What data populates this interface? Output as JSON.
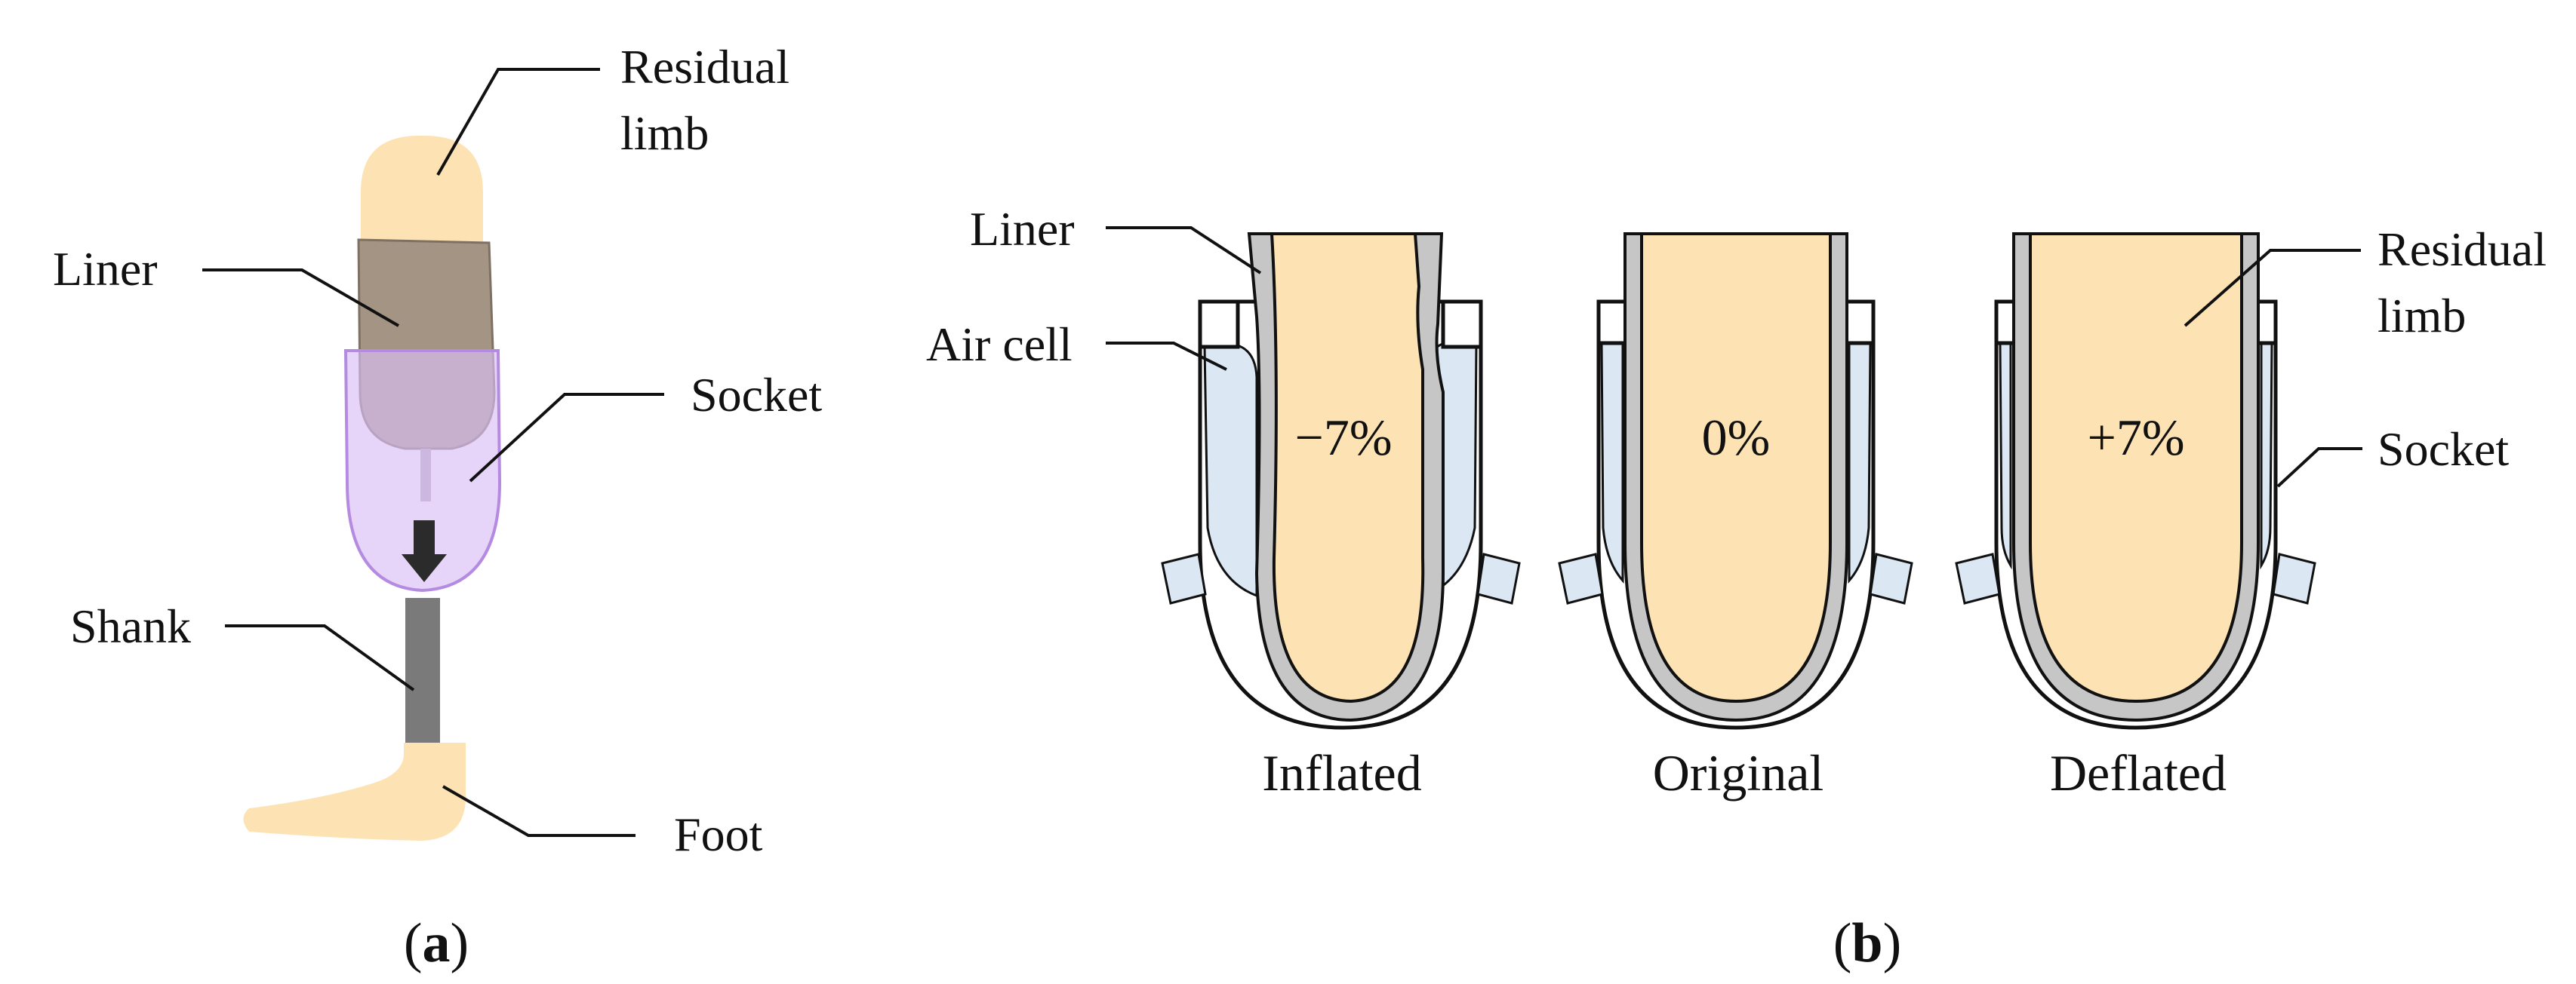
{
  "panel_a": {
    "caption_open": "(",
    "caption_letter": "a",
    "caption_close": ")",
    "labels": {
      "residual_limb_1": "Residual",
      "residual_limb_2": "limb",
      "liner": "Liner",
      "socket": "Socket",
      "shank": "Shank",
      "foot": "Foot"
    }
  },
  "panel_b": {
    "caption_open": "(",
    "caption_letter": "b",
    "caption_close": ")",
    "labels": {
      "liner": "Liner",
      "air_cell": "Air cell",
      "residual_limb_1": "Residual",
      "residual_limb_2": "limb",
      "socket": "Socket"
    },
    "states": [
      {
        "name": "Inflated",
        "change": "−7%"
      },
      {
        "name": "Original",
        "change": "0%"
      },
      {
        "name": "Deflated",
        "change": "+7%"
      }
    ]
  },
  "colors": {
    "skin": "#fde3b4",
    "liner_a": "#a39484",
    "socket_a": "#e6d2f8",
    "socket_a_stroke": "#b48be0",
    "liner_b": "#c6c6c6",
    "air_cell": "#dbe8f4",
    "shank": "#7a7a7a",
    "outline": "#111111"
  }
}
